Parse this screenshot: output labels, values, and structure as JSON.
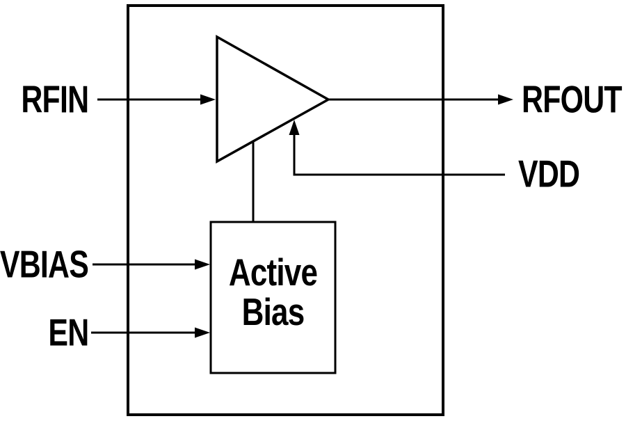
{
  "diagram": {
    "title": "amplifier-functional-block-diagram",
    "colors": {
      "background": "#ffffff",
      "stroke": "#000000"
    },
    "pins": {
      "rfin": "RFIN",
      "rfout": "RFOUT",
      "vdd": "VDD",
      "vbias": "VBIAS",
      "en": "EN"
    },
    "blocks": {
      "active_bias": {
        "label": "Active\nBias"
      },
      "amplifier": {
        "shape": "triangle-gain-symbol"
      }
    }
  }
}
